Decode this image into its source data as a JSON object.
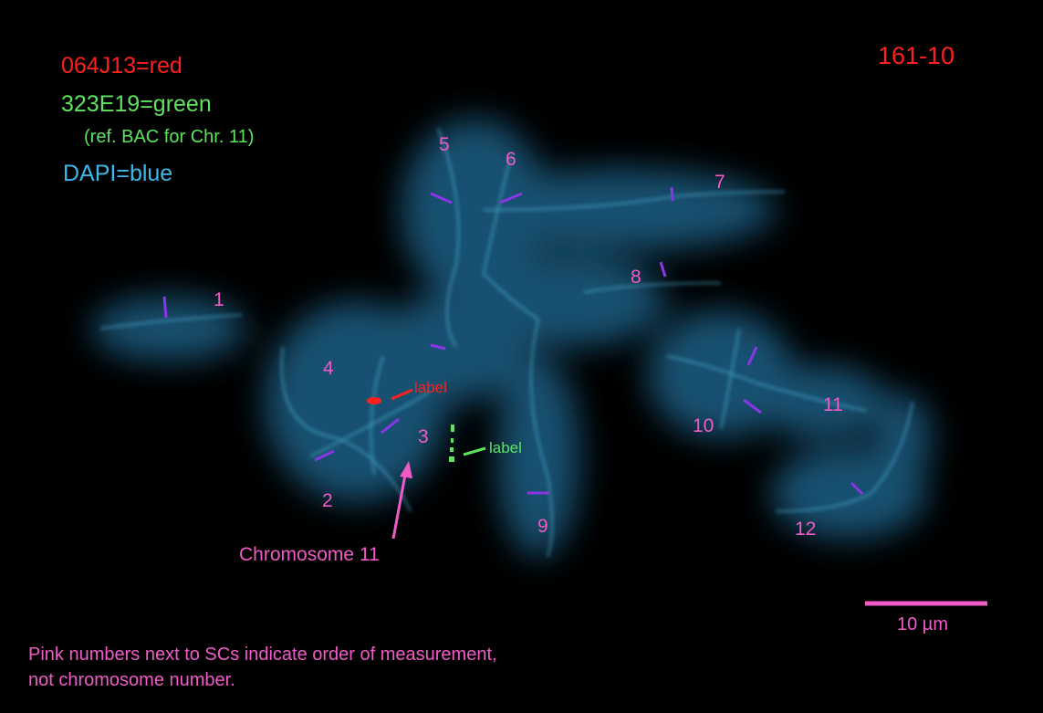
{
  "legend": {
    "red_probe": "064J13=red",
    "green_probe": "323E19=green",
    "green_note": "(ref. BAC for Chr. 11)",
    "dapi": "DAPI=blue"
  },
  "sample_id": "161-10",
  "sc_numbers": [
    "1",
    "2",
    "3",
    "4",
    "5",
    "6",
    "7",
    "8",
    "9",
    "10",
    "11",
    "12"
  ],
  "labels": {
    "red_label": "label",
    "green_label": "label",
    "chromosome": "Chromosome 11"
  },
  "scale_bar": {
    "text": "10 µm"
  },
  "footnote": [
    "Pink numbers next to SCs indicate order of measurement,",
    "not chromosome number."
  ],
  "colors": {
    "red": "#ff1f1f",
    "green": "#5fe35f",
    "blue": "#3db8ea",
    "pink": "#f05bc8",
    "tick": "#8a35e8"
  }
}
